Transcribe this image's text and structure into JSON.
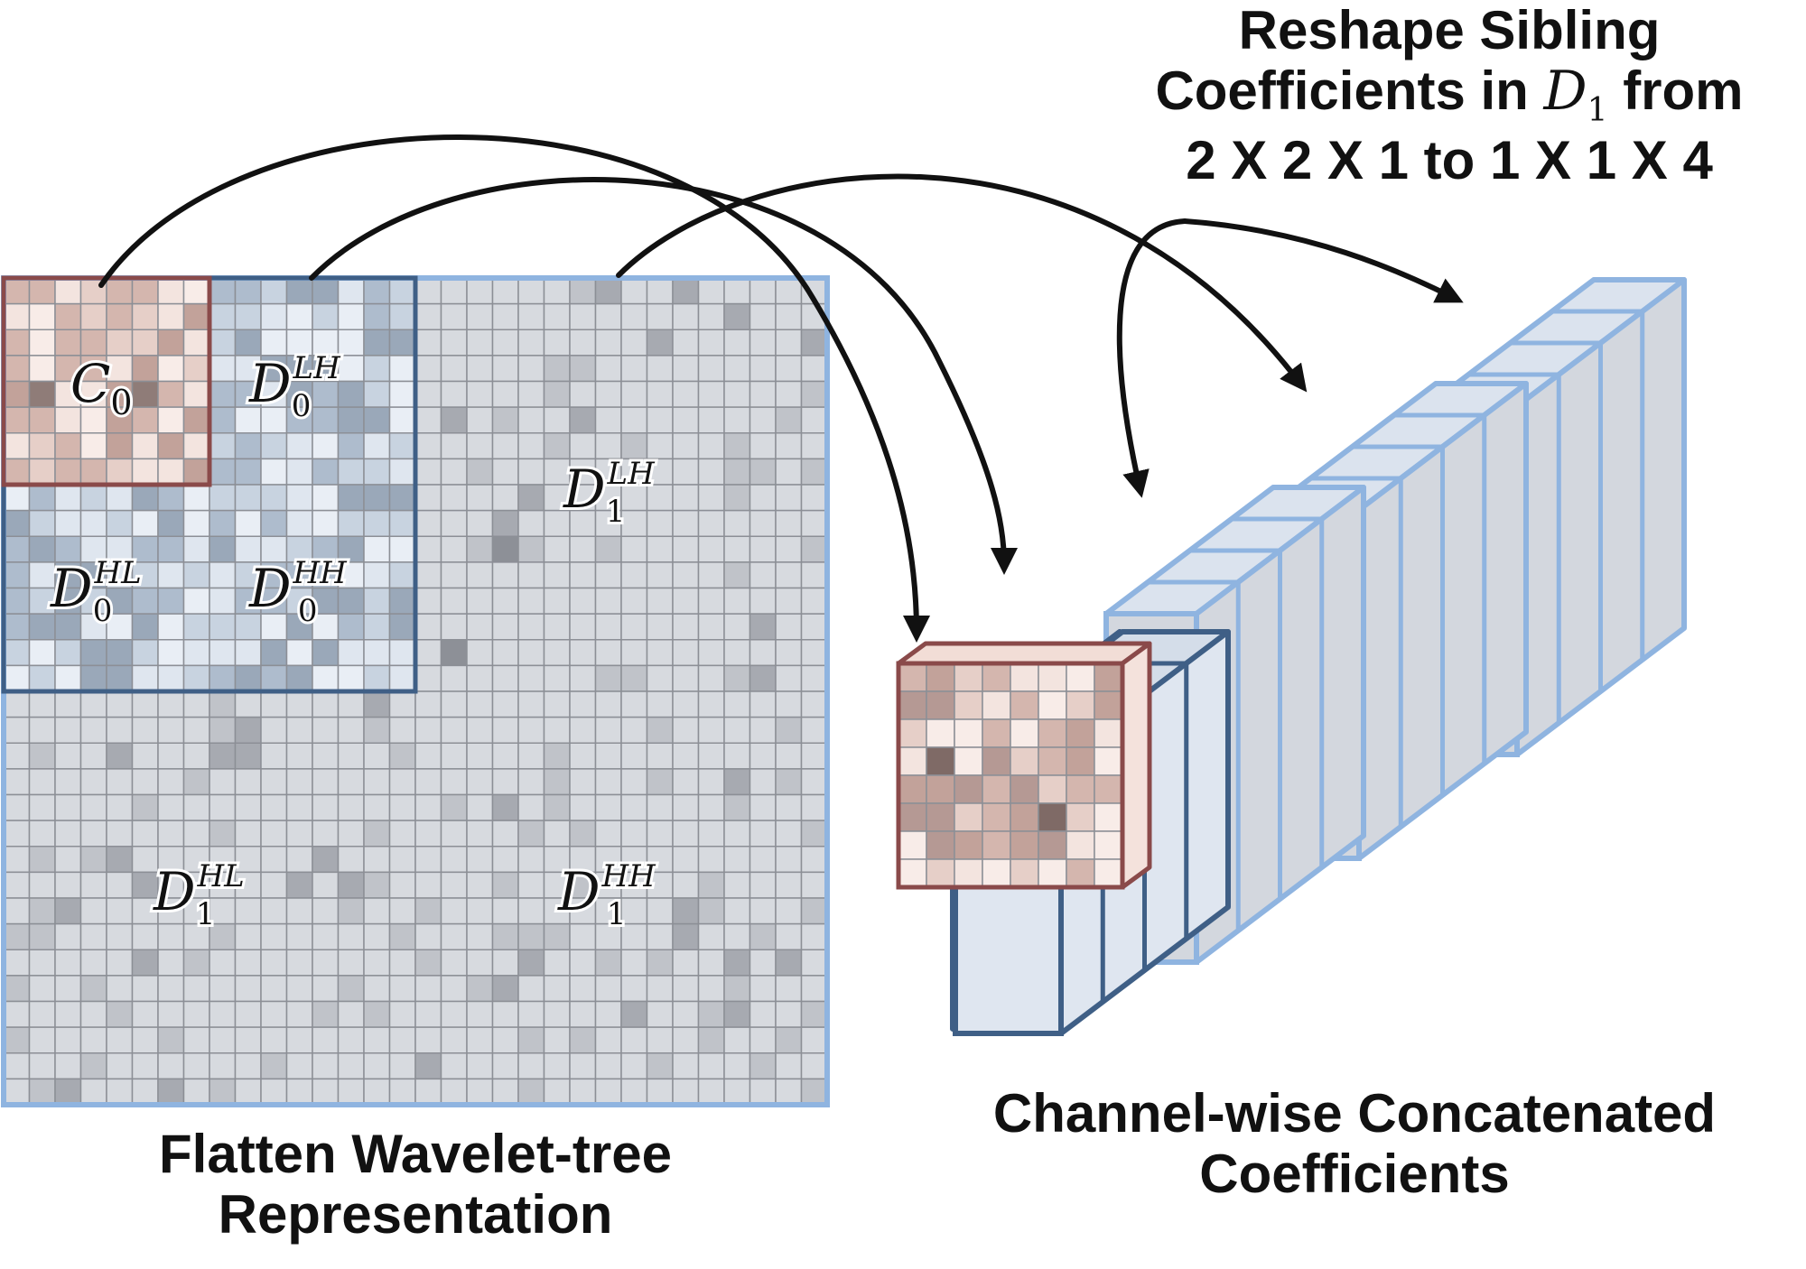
{
  "captions": {
    "reshape": {
      "line1": "Reshape Sibling",
      "line2_pre": "Coefficients in ",
      "line2_sym": "D",
      "line2_sub": "1",
      "line2_post": " from",
      "line3": "2 X 2 X 1 to 1 X 1 X 4"
    },
    "flatten": {
      "line1": "Flatten Wavelet-tree",
      "line2": "Representation"
    },
    "concat": {
      "line1": "Channel-wise Concatenated",
      "line2": "Coefficients"
    }
  },
  "labels": {
    "c0": {
      "base": "C",
      "sub": "0",
      "sup": ""
    },
    "d0_lh": {
      "base": "D",
      "sub": "0",
      "sup": "LH"
    },
    "d0_hl": {
      "base": "D",
      "sub": "0",
      "sup": "HL"
    },
    "d0_hh": {
      "base": "D",
      "sub": "0",
      "sup": "HH"
    },
    "d1_lh": {
      "base": "D",
      "sub": "1",
      "sup": "LH"
    },
    "d1_hl": {
      "base": "D",
      "sub": "1",
      "sup": "HL"
    },
    "d1_hh": {
      "base": "D",
      "sub": "1",
      "sup": "HH"
    }
  },
  "colors": {
    "c0_border": "#8a4a4a",
    "c0_fill": "#f2ddd6",
    "d0_border": "#3f5f86",
    "d0_fill": "#dde6f0",
    "d1_border": "#8fb4e0",
    "d1_fill": "#d6d9df",
    "grid_line": "#8c8f96",
    "arrow": "#111111",
    "text": "#111111"
  }
}
